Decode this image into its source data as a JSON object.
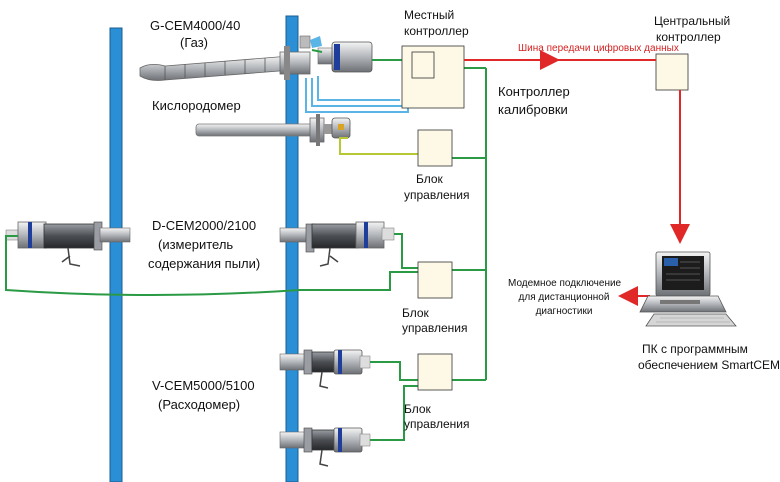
{
  "labels": {
    "gas_line1": "G-CEM4000/40",
    "gas_line2": "(Газ)",
    "oxygen": "Кислородомер",
    "dust_line1": "D-CEM2000/2100",
    "dust_line2": "(измеритель",
    "dust_line3": "содержания пыли)",
    "flow_line1": "V-CEM5000/5100",
    "flow_line2": "(Расходомер)",
    "local_ctrl_line1": "Местный",
    "local_ctrl_line2": "контроллер",
    "calib_line1": "Контроллер",
    "calib_line2": "калибровки",
    "bus": "Шина передачи цифровых данных",
    "central_line1": "Центральный",
    "central_line2": "контроллер",
    "ctrl_unit1_line1": "Блок",
    "ctrl_unit1_line2": "управления",
    "ctrl_unit2_line1": "Блок",
    "ctrl_unit2_line2": "управления",
    "ctrl_unit3_line1": "Блок",
    "ctrl_unit3_line2": "управления",
    "modem_line1": "Модемное подключение",
    "modem_line2": "для дистанционной",
    "modem_line3": "диагностики",
    "pc_line1": "ПК с программным",
    "pc_line2": "обеспечением SmartCEM"
  },
  "colors": {
    "duct": "#2b8fd6",
    "signal_green": "#2a9a45",
    "bus_red": "#e02828",
    "tube_blue": "#5ab4e6",
    "yellow_green": "#b8c832",
    "box_fill": "#fdf9e6"
  }
}
